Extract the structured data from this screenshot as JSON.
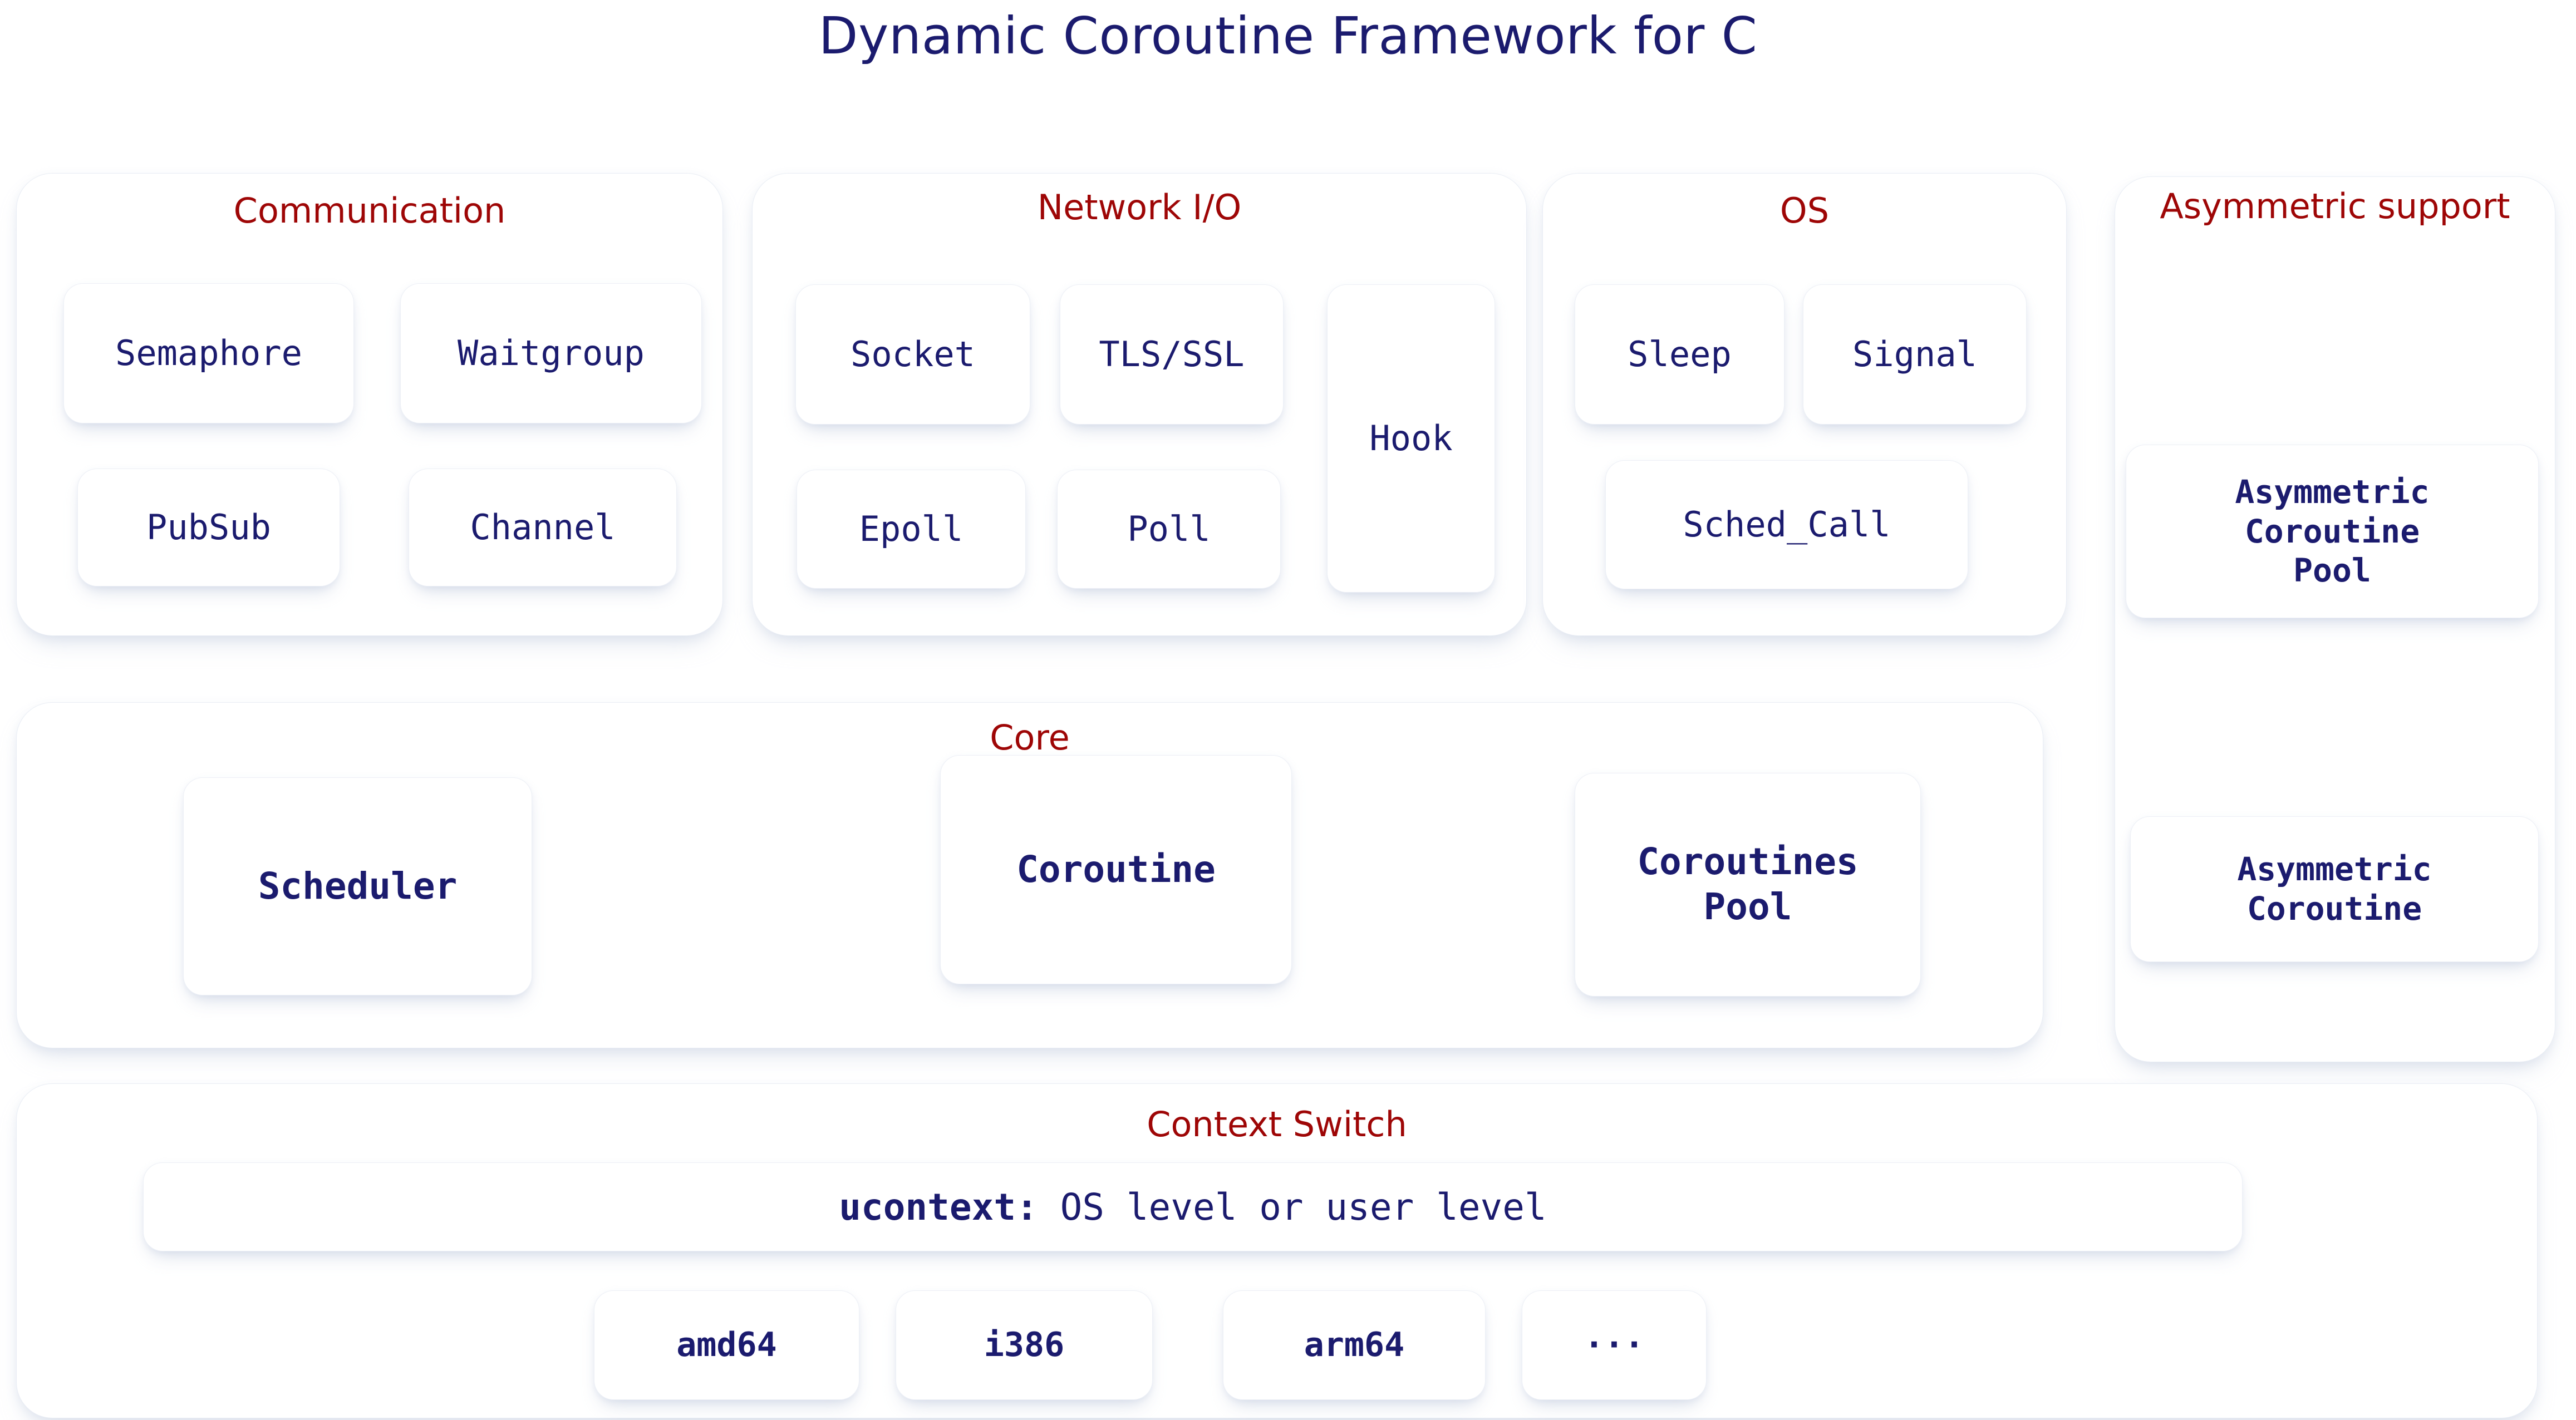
{
  "title": "Dynamic Coroutine Framework for C",
  "colors": {
    "title": "#1b1b6e",
    "group_header": "#9e0606",
    "card_text": "#1b1b6e",
    "background": "#ffffff",
    "card_background": "#ffffff"
  },
  "groups": {
    "communication": {
      "header": "Communication",
      "cards": [
        {
          "label": "Semaphore"
        },
        {
          "label": "Waitgroup"
        },
        {
          "label": "PubSub"
        },
        {
          "label": "Channel"
        }
      ]
    },
    "network_io": {
      "header": "Network I/O",
      "cards": [
        {
          "label": "Socket"
        },
        {
          "label": "TLS/SSL"
        },
        {
          "label": "Hook"
        },
        {
          "label": "Epoll"
        },
        {
          "label": "Poll"
        }
      ]
    },
    "os": {
      "header": "OS",
      "cards": [
        {
          "label": "Sleep"
        },
        {
          "label": "Signal"
        },
        {
          "label": "Sched_Call"
        }
      ]
    },
    "asymmetric": {
      "header": "Asymmetric support",
      "cards": [
        {
          "label": "Asymmetric\nCoroutine\nPool"
        },
        {
          "label": "Asymmetric\nCoroutine"
        }
      ]
    },
    "core": {
      "header": "Core",
      "cards": [
        {
          "label": "Scheduler"
        },
        {
          "label": "Coroutine"
        },
        {
          "label": "Coroutines\nPool"
        }
      ]
    },
    "context_switch": {
      "header": "Context Switch",
      "banner": {
        "strong": "ucontext:",
        "rest": " OS level or user level"
      },
      "cards": [
        {
          "label": "amd64"
        },
        {
          "label": "i386"
        },
        {
          "label": "arm64"
        },
        {
          "label": "···"
        }
      ]
    }
  }
}
